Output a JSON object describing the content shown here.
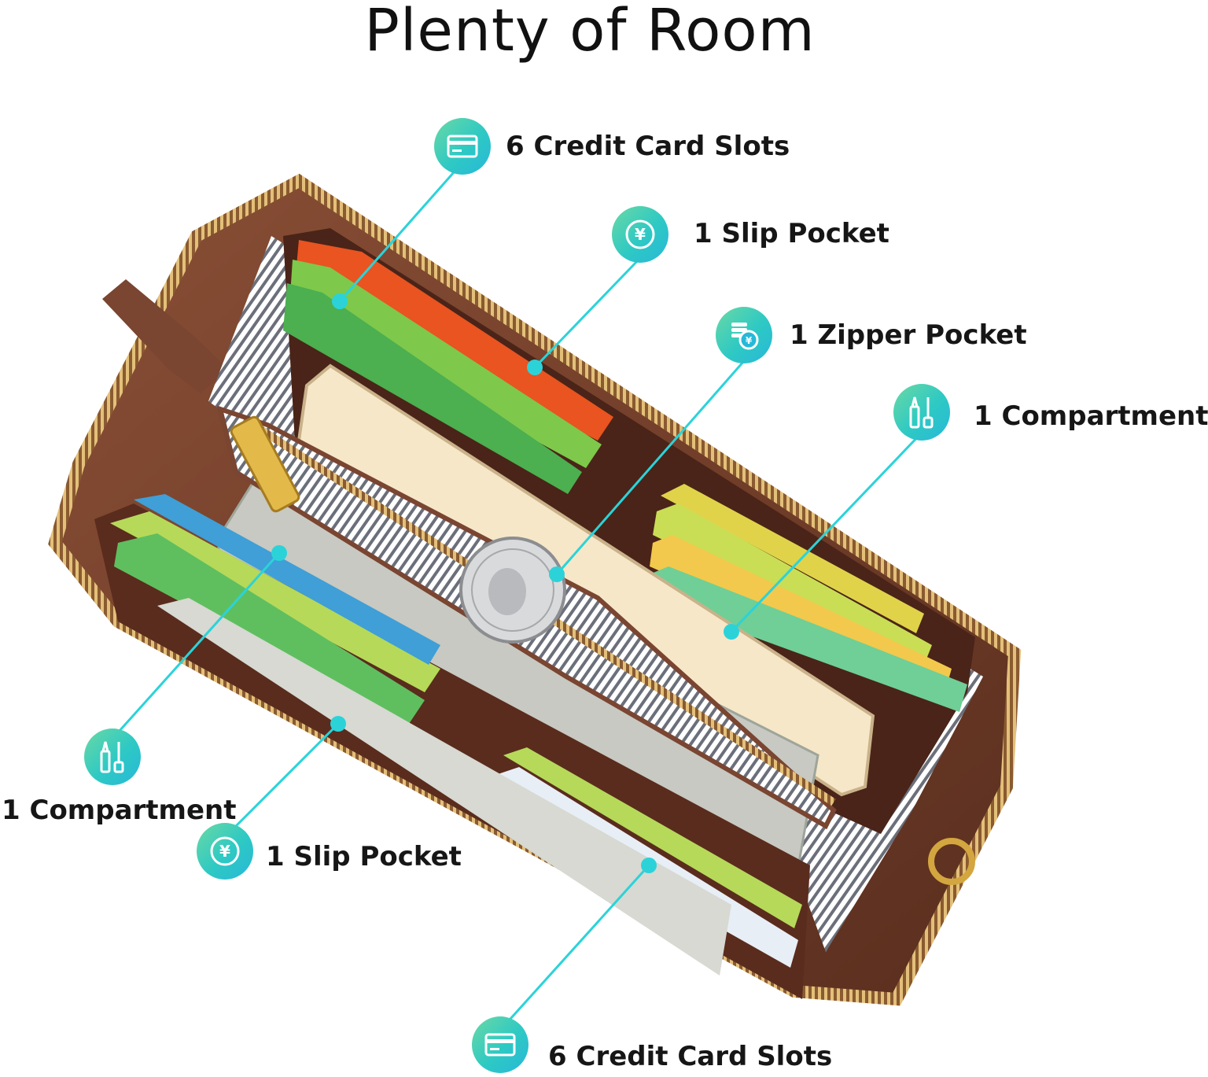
{
  "title": "Plenty of Room",
  "callouts": [
    {
      "label": "6 Credit Card Slots",
      "icon": "credit-card-icon"
    },
    {
      "label": "1 Slip Pocket",
      "icon": "yen-coin-icon"
    },
    {
      "label": "1 Zipper Pocket",
      "icon": "coins-icon"
    },
    {
      "label": "1 Compartment",
      "icon": "cosmetics-icon"
    },
    {
      "label": "1 Compartment",
      "icon": "cosmetics-icon"
    },
    {
      "label": "1 Slip Pocket",
      "icon": "yen-coin-icon"
    },
    {
      "label": "6 Credit Card Slots",
      "icon": "credit-card-icon"
    }
  ],
  "colors": {
    "accent": "#2ec9c4",
    "leather": "#6e3b28",
    "zipper": "#c9a15a"
  }
}
